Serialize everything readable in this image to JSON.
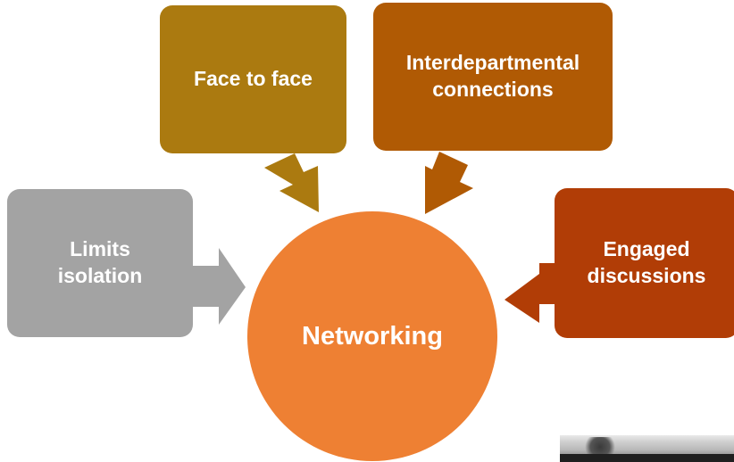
{
  "nodes": {
    "left": "Limits\nisolation",
    "top_left": "Face to face",
    "top_right": "Interdepartmental\nconnections",
    "right": "Engaged\ndiscussions",
    "center": "Networking"
  },
  "colors": {
    "gray": "#a3a3a3",
    "gold": "#ab7a10",
    "amber": "#b05a04",
    "rust": "#b13d06",
    "hub": "#ee8033"
  }
}
